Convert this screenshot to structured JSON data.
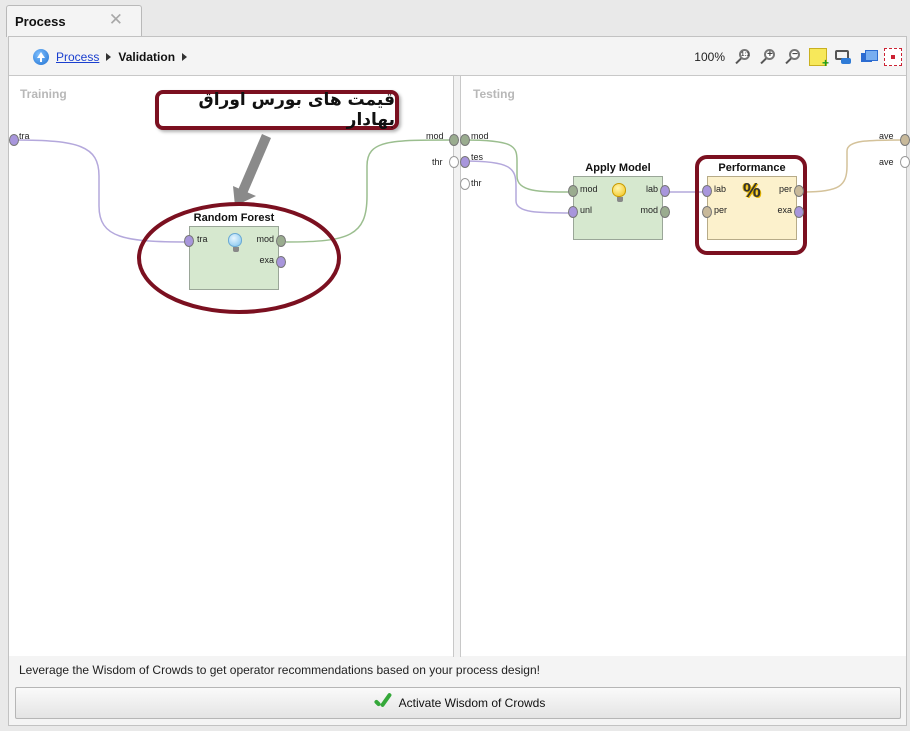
{
  "tab": {
    "label": "Process",
    "close": "✕"
  },
  "breadcrumb": {
    "link": "Process",
    "current": "Validation"
  },
  "toolbar": {
    "zoom": "100%",
    "zoom_reset_icon": "1:1",
    "zoom_in_icon": "+",
    "zoom_out_icon": "−"
  },
  "training": {
    "label": "Training",
    "input_port": "tra",
    "output_ports": [
      "mod",
      "thr"
    ]
  },
  "testing": {
    "label": "Testing",
    "input_ports": [
      "mod",
      "tes",
      "thr"
    ],
    "output_ports": [
      "ave",
      "ave"
    ]
  },
  "operators": {
    "random_forest": {
      "title": "Random Forest",
      "in": [
        "tra"
      ],
      "out": [
        "mod",
        "exa"
      ]
    },
    "apply_model": {
      "title": "Apply Model",
      "in": [
        "mod",
        "unl"
      ],
      "out": [
        "lab",
        "mod"
      ]
    },
    "performance": {
      "title": "Performance",
      "in": [
        "lab",
        "per"
      ],
      "out": [
        "per",
        "exa"
      ]
    }
  },
  "annotation": {
    "text": "قیمت های بورس اوراق بهادار"
  },
  "footer": {
    "hint": "Leverage the Wisdom of Crowds to get operator recommendations based on your process design!",
    "button": "Activate Wisdom of Crowds"
  },
  "colors": {
    "annotation_border": "#7b1020",
    "model_port": "#9aac8f",
    "data_port": "#a896dc",
    "operator_green": "#d6e8cf",
    "operator_yellow": "#fcf1cc"
  }
}
